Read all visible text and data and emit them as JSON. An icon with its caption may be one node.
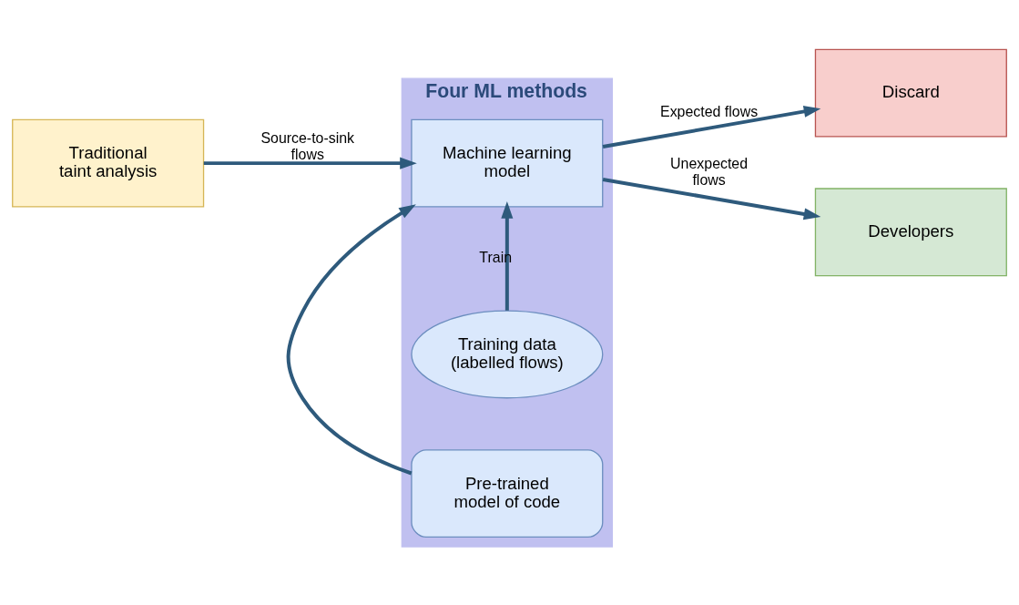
{
  "diagram": {
    "nodes": [
      {
        "text": [
          "Four ML methods"
        ]
      },
      {
        "text": [
          "Training data (labelled flows)"
        ],
        "in": 0
      },
      {
        "text": [
          "Machine learning model"
        ],
        "in": 0
      },
      {
        "text": [
          "Pre-trained model of code"
        ],
        "in": 0
      },
      {
        "text": [
          "Traditional taint analysis"
        ]
      },
      {
        "text": [
          "Discard"
        ]
      },
      {
        "text": [
          "Developers"
        ]
      }
    ],
    "edges": [
      {
        "from": 1,
        "to": 2,
        "arrow": "to",
        "label": "Train"
      },
      {
        "from": 4,
        "to": 2,
        "arrow": "to",
        "label": "Source-to-sink flows"
      },
      {
        "from": 2,
        "to": 5,
        "arrow": "to",
        "label": "Expected flows"
      },
      {
        "from": 2,
        "to": 6,
        "arrow": "to",
        "label": "Unexpected flows"
      },
      {
        "from": 3,
        "to": 2,
        "arrow": "to"
      }
    ]
  }
}
